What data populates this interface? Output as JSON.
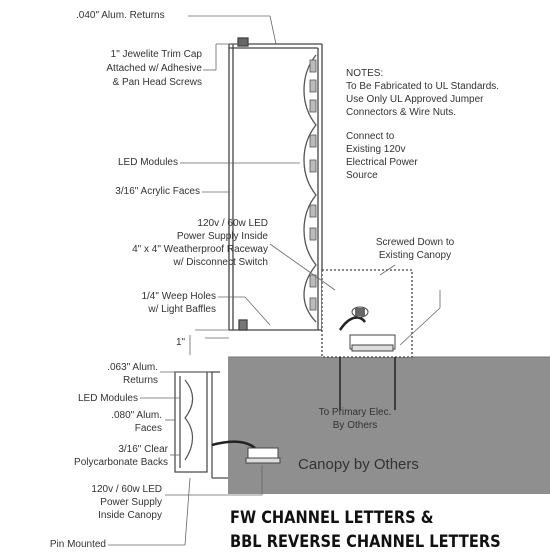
{
  "labels": {
    "alum_returns_040": ".040\" Alum. Returns",
    "jewelite_1": "1\" Jewelite Trim Cap",
    "jewelite_2": "Attached w/ Adhesive",
    "jewelite_3": "& Pan Head Screws",
    "led_modules_top": "LED Modules",
    "acrylic_faces": "3/16\" Acrylic Faces",
    "power_1": "120v / 60w LED",
    "power_2": "Power Supply Inside",
    "power_3": "4\" x 4\" Weatherproof Raceway",
    "power_4": "w/ Disconnect Switch",
    "weep_1": "1/4\" Weep Holes",
    "weep_2": "w/ Light Baffles",
    "dim_1": "1\"",
    "screwed_1": "Screwed Down to",
    "screwed_2": "Existing Canopy",
    "primary_1": "To Primary Elec.",
    "primary_2": "By Others",
    "canopy": "Canopy by Others",
    "alum_063_1": ".063\" Alum.",
    "alum_063_2": "Returns",
    "led_modules_bottom": "LED Modules",
    "alum_080_1": ".080\" Alum.",
    "alum_080_2": "Faces",
    "poly_1": "3/16\" Clear",
    "poly_2": "Polycarbonate Backs",
    "ps_bottom_1": "120v / 60w LED",
    "ps_bottom_2": "Power Supply",
    "ps_bottom_3": "Inside Canopy",
    "pin_mounted": "Pin Mounted"
  },
  "notes": {
    "heading": "NOTES:",
    "line1": "To Be Fabricated to UL Standards.",
    "line2": "Use Only UL Approved Jumper",
    "line3": "Connectors & Wire Nuts.",
    "line4": "Connect to",
    "line5": "Existing 120v",
    "line6": "Electrical Power",
    "line7": "Source"
  },
  "title": {
    "line1": "FW CHANNEL LETTERS &",
    "line2": "BBL REVERSE CHANNEL LETTERS"
  },
  "colors": {
    "canopy_fill": "#8f8f8f",
    "line": "#444444"
  }
}
